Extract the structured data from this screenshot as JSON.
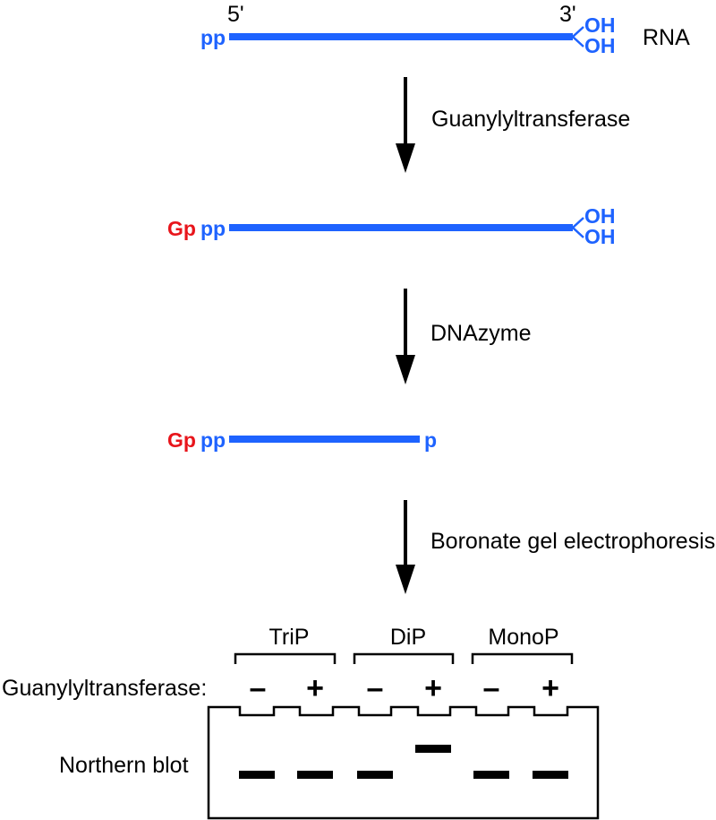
{
  "colors": {
    "rna_strand": "#1e63ff",
    "cap_red": "#e8151b",
    "ink": "#000000"
  },
  "step1": {
    "five_prime": "5'",
    "three_prime": "3'",
    "label": "RNA",
    "left_group": "pp",
    "oh_top": "OH",
    "oh_bottom": "OH"
  },
  "arrow1": {
    "label": "Guanylyltransferase"
  },
  "step2": {
    "cap": "Gp",
    "left_group": "pp",
    "oh_top": "OH",
    "oh_bottom": "OH"
  },
  "arrow2": {
    "label": "DNAzyme"
  },
  "step3": {
    "cap": "Gp",
    "left_group": "pp",
    "right_group": "p"
  },
  "arrow3": {
    "label": "Boronate gel electrophoresis"
  },
  "gel": {
    "groups": [
      "TriP",
      "DiP",
      "MonoP"
    ],
    "row_label": "Guanylyltransferase:",
    "lane_signs": [
      "–",
      "+",
      "–",
      "+",
      "–",
      "+"
    ],
    "blot_label": "Northern blot",
    "band_migration": [
      "low",
      "low",
      "low",
      "high",
      "low",
      "low"
    ]
  }
}
